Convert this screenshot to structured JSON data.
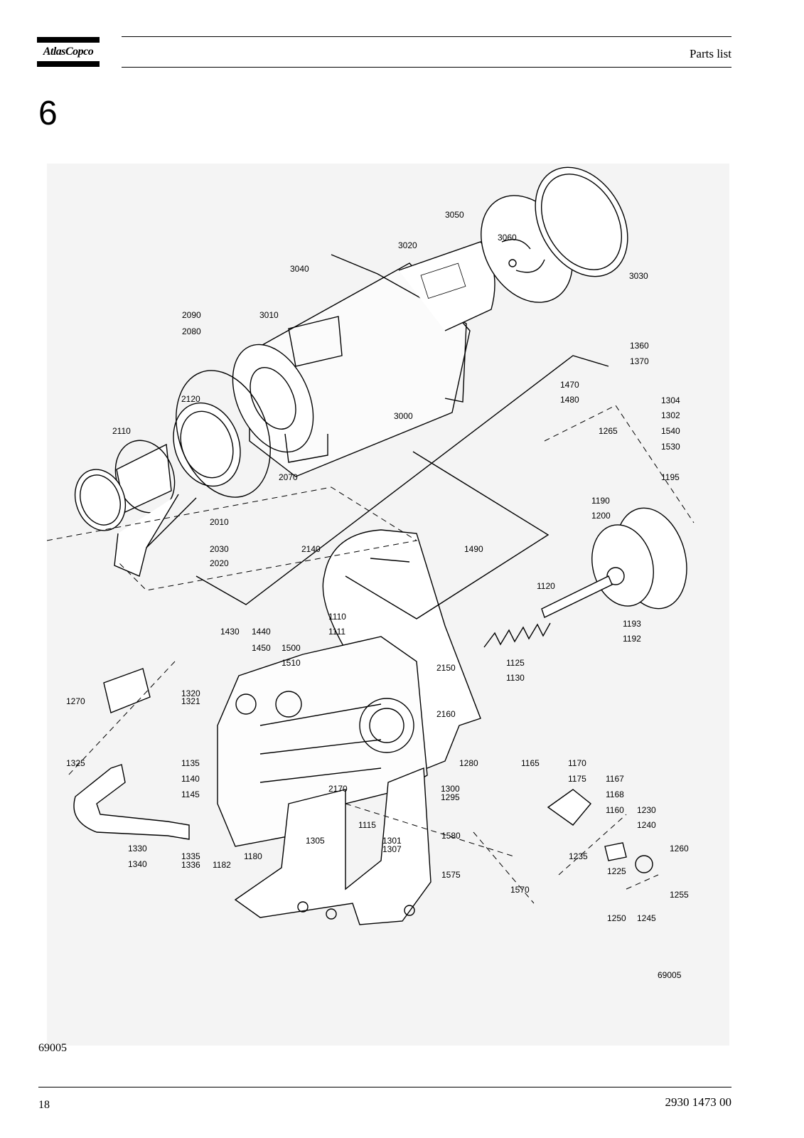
{
  "header": {
    "logo_text": "AtlasCopco",
    "title": "Parts list"
  },
  "section_number": "6",
  "drawing": {
    "id_label": "69005",
    "part_labels": [
      "3050",
      "3060",
      "3030",
      "3020",
      "3040",
      "3010",
      "2090",
      "2080",
      "3000",
      "1360",
      "1370",
      "1470",
      "1480",
      "1304",
      "1302",
      "1265",
      "1540",
      "1530",
      "2120",
      "2110",
      "2070",
      "1195",
      "1190",
      "1200",
      "2010",
      "2030",
      "2020",
      "2140",
      "1490",
      "1120",
      "1110",
      "1111",
      "1430",
      "1440",
      "1450",
      "1500",
      "1510",
      "1125",
      "1193",
      "1192",
      "2150",
      "1130",
      "1270",
      "1320",
      "1321",
      "2160",
      "1325",
      "1135",
      "1140",
      "1145",
      "2170",
      "1280",
      "1165",
      "1170",
      "1175",
      "1167",
      "1168",
      "1160",
      "1230",
      "1240",
      "1300",
      "1295",
      "1115",
      "1301",
      "1307",
      "1580",
      "1575",
      "1570",
      "1305",
      "1330",
      "1340",
      "1335",
      "1336",
      "1182",
      "1180",
      "1235",
      "1225",
      "1260",
      "1255",
      "1250",
      "1245"
    ]
  },
  "figure_reference": "69005",
  "footer": {
    "page_number": "18",
    "document_number": "2930 1473 00"
  }
}
